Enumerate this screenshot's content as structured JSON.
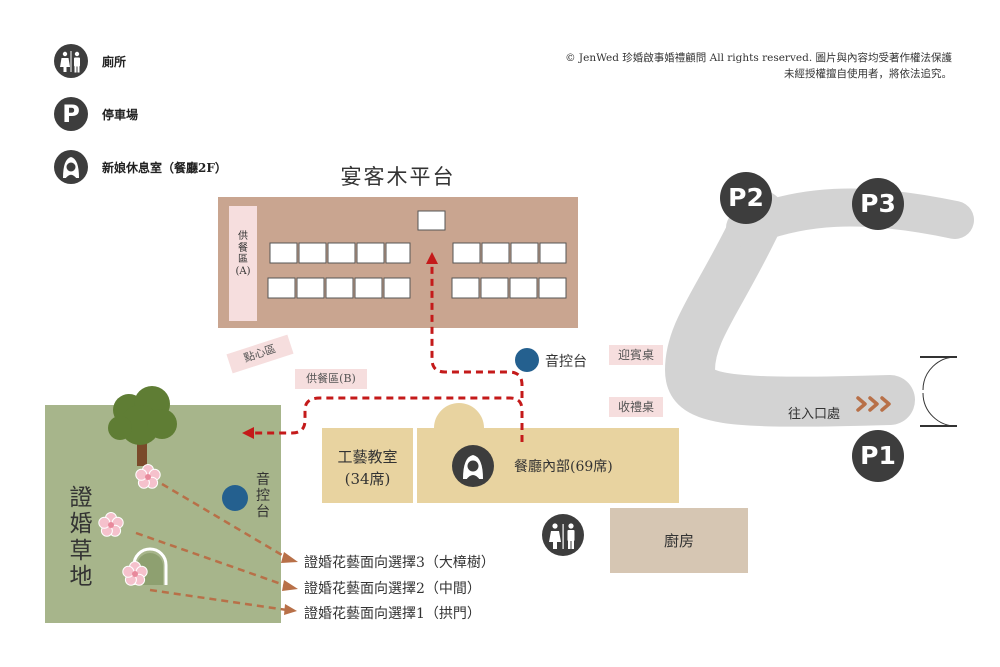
{
  "legend": {
    "restroom": "廁所",
    "parking": "停車場",
    "bride_room": "新娘休息室（餐廳2F）"
  },
  "copyright": {
    "line1": "© JenWed 珍婚啟事婚禮顧問 All rights reserved. 圖片與內容均受著作權法保護",
    "line2": "未經授權擅自使用者，將依法追究。"
  },
  "areas": {
    "deck_title": "宴客木平台",
    "buffet_a": [
      "供",
      "餐",
      "區",
      "(A)"
    ],
    "snack_area": "點心區",
    "buffet_b": "供餐區(B)",
    "audio_console": "音控台",
    "audio_console_2": [
      "音",
      "控",
      "台"
    ],
    "welcome_desk": "迎賓桌",
    "gift_desk": "收禮桌",
    "entrance": "往入口處",
    "craft_room": [
      "工藝教室",
      "(34席)"
    ],
    "restaurant": "餐廳內部(69席)",
    "kitchen": "廚房",
    "lawn": [
      "證",
      "婚",
      "草",
      "地"
    ]
  },
  "parking": {
    "p1": "P1",
    "p2": "P2",
    "p3": "P3",
    "p_icon": "P"
  },
  "ceremony_options": [
    "證婚花藝面向選擇3（大樟樹）",
    "證婚花藝面向選擇2（中間）",
    "證婚花藝面向選擇1（拱門）"
  ],
  "colors": {
    "deck": "#c9a590",
    "lawn": "#a7b58b",
    "restaurant": "#e8d3a0",
    "kitchen": "#d6c6b3",
    "road": "#d3d3d3",
    "pink_label": "#f6dede",
    "route": "#c41a1a",
    "arrow_brown": "#b87048",
    "audio_blue": "#24608f",
    "icon_dark": "#3d3d3d"
  },
  "icons": [
    "restroom-icon",
    "parking-icon",
    "bride-icon",
    "tree-icon",
    "blossom-icon",
    "arch-icon",
    "chevron-icon",
    "door-icon"
  ]
}
